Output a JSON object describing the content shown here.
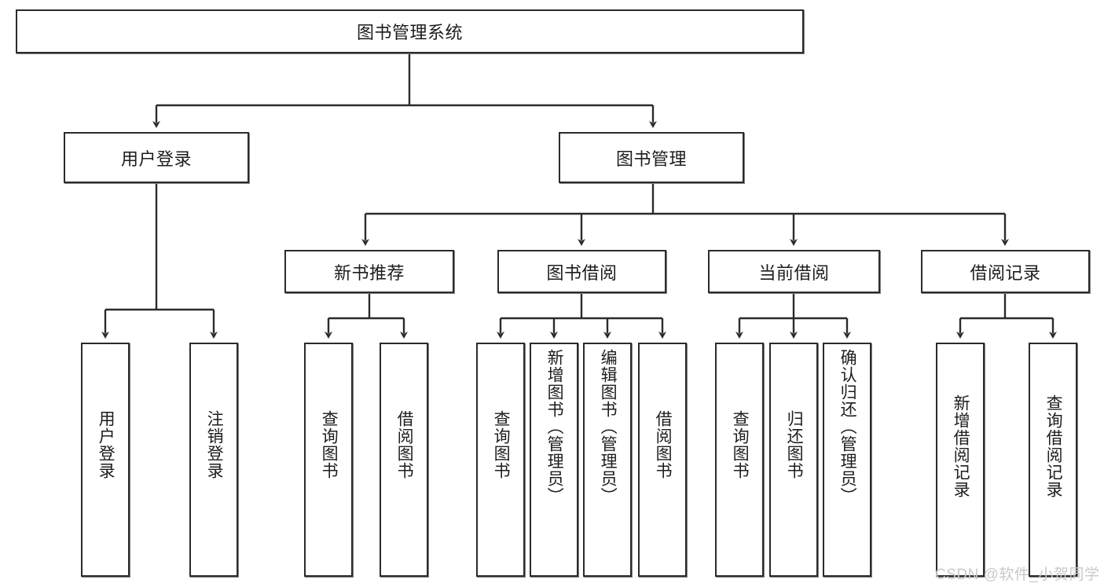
{
  "diagram": {
    "title": "图书管理系统",
    "type": "hierarchy-tree",
    "root": {
      "label": "图书管理系统"
    },
    "level2": [
      {
        "label": "用户登录"
      },
      {
        "label": "图书管理"
      }
    ],
    "level3": [
      {
        "label": "新书推荐"
      },
      {
        "label": "图书借阅"
      },
      {
        "label": "当前借阅"
      },
      {
        "label": "借阅记录"
      }
    ],
    "leaves": {
      "user_login": [
        {
          "label": "用户登录"
        },
        {
          "label": "注销登录"
        }
      ],
      "new_book_recommend": [
        {
          "label": "查询图书"
        },
        {
          "label": "借阅图书"
        }
      ],
      "book_borrow": [
        {
          "label": "查询图书"
        },
        {
          "label": "新增图书（管理员）"
        },
        {
          "label": "编辑图书（管理员）"
        },
        {
          "label": "借阅图书"
        }
      ],
      "current_borrow": [
        {
          "label": "查询图书"
        },
        {
          "label": "归还图书"
        },
        {
          "label": "确认归还（管理员）"
        }
      ],
      "borrow_record": [
        {
          "label": "新增借阅记录"
        },
        {
          "label": "查询借阅记录"
        }
      ]
    }
  },
  "watermark": {
    "text": "CSDN @软件_小贺同学",
    "color": "#c9c9c9"
  },
  "colors": {
    "stroke": "#2b2b2b",
    "fill": "#ffffff",
    "text": "#1d1d1d",
    "shadow": "#7f7f7f"
  }
}
